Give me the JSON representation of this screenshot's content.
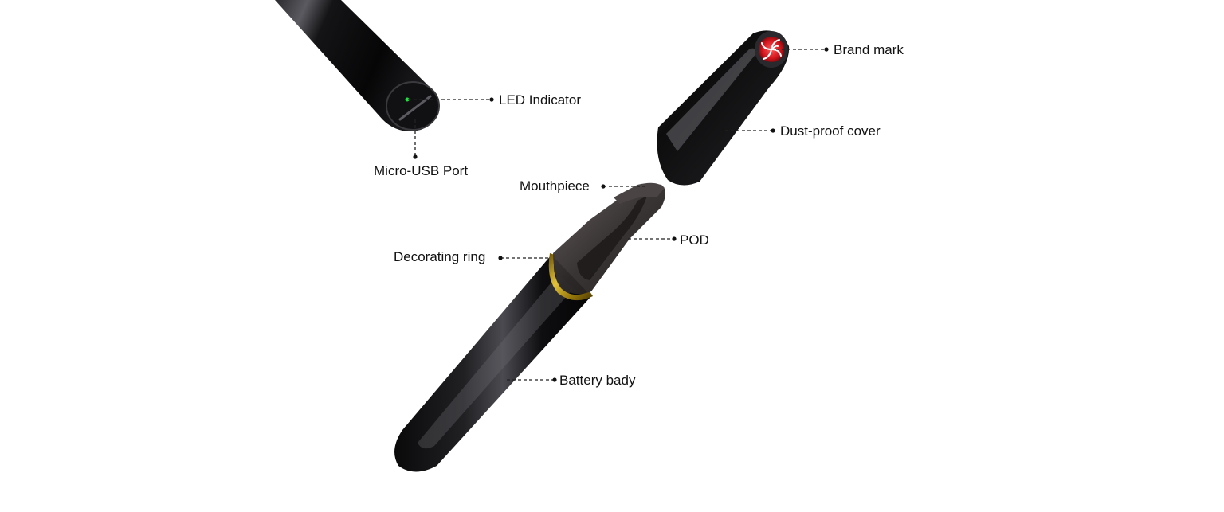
{
  "colors": {
    "body_black": "#0b0b0d",
    "pod_smoke": "#3a3535",
    "ring_gold": "#b8920e",
    "brand_red": "#d4161d",
    "led_green": "#22e043"
  },
  "labels": {
    "led_indicator": "LED Indicator",
    "micro_usb_port": "Micro-USB Port",
    "brand_mark": "Brand mark",
    "dust_proof_cover": "Dust-proof cover",
    "mouthpiece": "Mouthpiece",
    "pod": "POD",
    "decorating_ring": "Decorating ring",
    "battery_body": "Battery bady"
  }
}
